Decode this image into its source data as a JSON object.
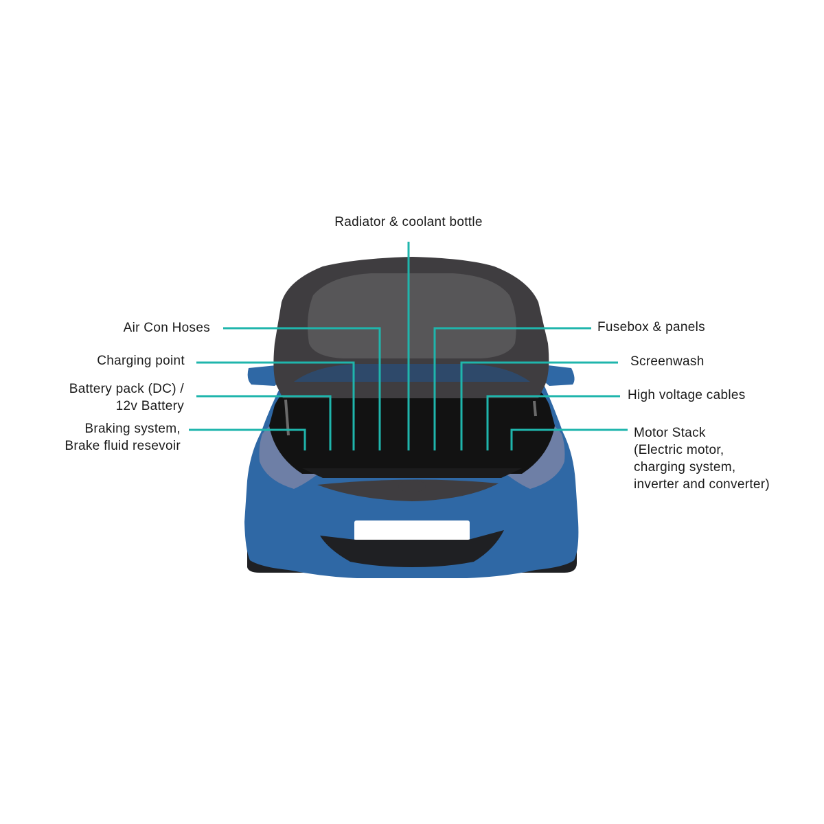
{
  "colors": {
    "body_blue": "#2f68a5",
    "hood_dark": "#3f3d40",
    "hood_inner": "#575658",
    "engine_bay": "#121212",
    "headlight": "#6e7fa6",
    "callout_line": "#1fb5ac",
    "plate": "#ffffff",
    "grille": "#1f2023"
  },
  "labels": {
    "radiator": [
      "Radiator & coolant bottle"
    ],
    "aircon": [
      "Air Con Hoses"
    ],
    "charging": [
      "Charging point"
    ],
    "battery": [
      "Battery pack (DC) /",
      "12v Battery"
    ],
    "braking": [
      "Braking system,",
      "Brake fluid resevoir"
    ],
    "fusebox": [
      "Fusebox & panels"
    ],
    "screenwash": [
      "Screenwash"
    ],
    "hv_cables": [
      "High voltage cables"
    ],
    "motor": [
      "Motor Stack",
      "(Electric motor,",
      "charging system,",
      "inverter and converter)"
    ]
  }
}
